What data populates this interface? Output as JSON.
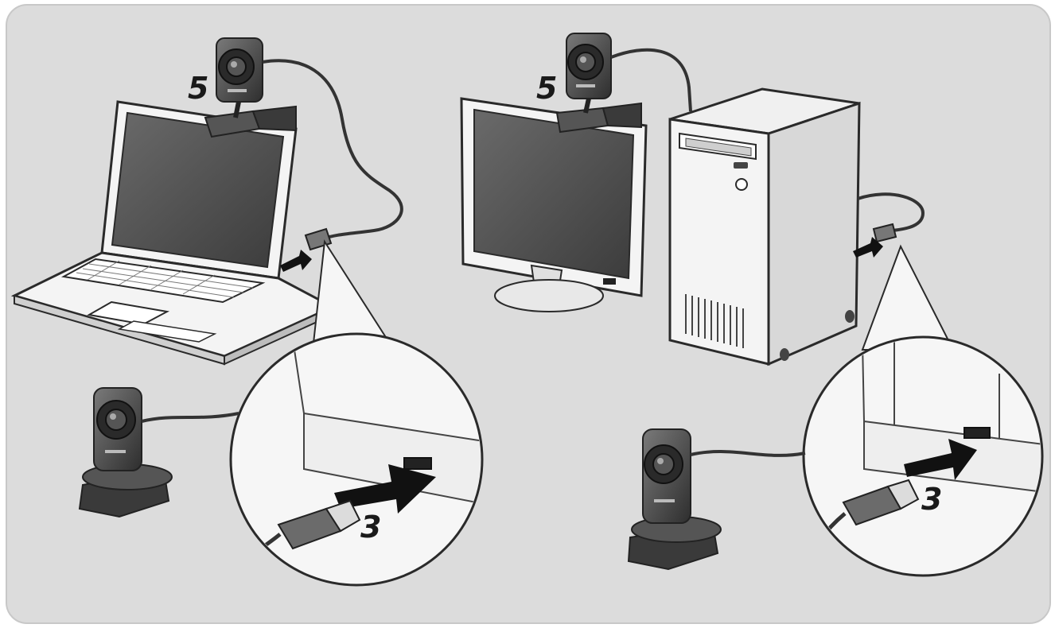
{
  "labels": {
    "laptop_mount_step": "5",
    "desktop_mount_step": "5",
    "laptop_usb_step": "3",
    "desktop_usb_step": "3"
  },
  "colors": {
    "panel": "#dcdcdc",
    "line": "#2a2a2a",
    "screen": "#5a5a5a",
    "white": "#ffffff",
    "arrow": "#111111"
  },
  "icons": [
    "laptop-icon",
    "monitor-icon",
    "pc-tower-icon",
    "webcam-icon",
    "usb-plug-icon",
    "insert-arrow-icon"
  ]
}
